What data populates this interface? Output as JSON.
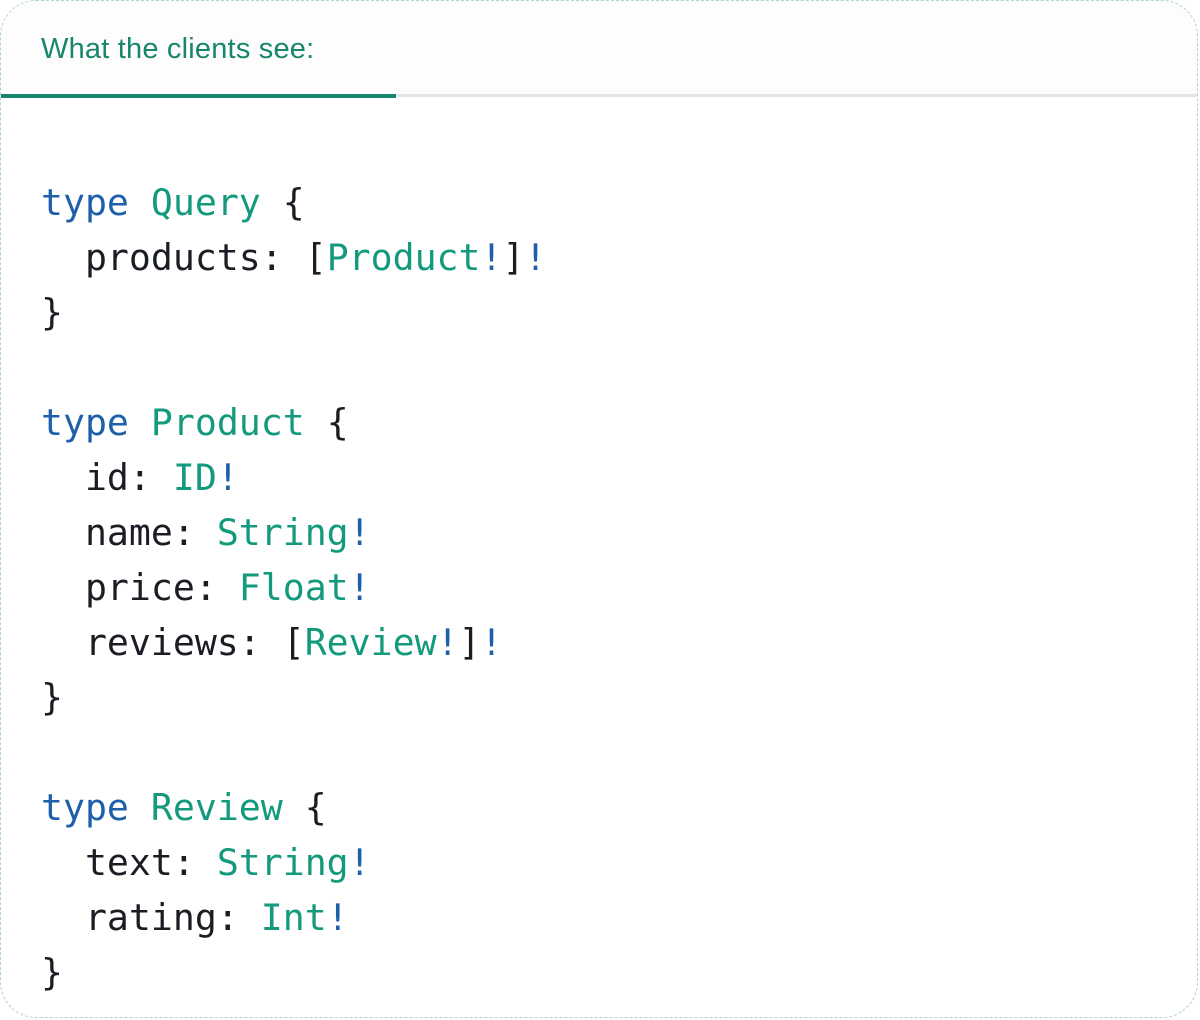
{
  "colors": {
    "teal": "#17866d",
    "code_green": "#13997c",
    "code_blue": "#1e5fa9",
    "code_dark": "#1a1d23",
    "divider_gray": "#e4e4e6",
    "border_green": "#abd6c2",
    "card_bg": "#ffffff"
  },
  "tab": {
    "label": "What the clients see:"
  },
  "code": {
    "language": "graphql",
    "lines": [
      [
        {
          "k": "kw",
          "t": "type"
        },
        {
          "k": "pl",
          "t": " "
        },
        {
          "k": "ty",
          "t": "Query"
        },
        {
          "k": "pl",
          "t": " {"
        }
      ],
      [
        {
          "k": "pl",
          "t": "  products: ["
        },
        {
          "k": "ty",
          "t": "Product"
        },
        {
          "k": "bang",
          "t": "!"
        },
        {
          "k": "pl",
          "t": "]"
        },
        {
          "k": "bang",
          "t": "!"
        }
      ],
      [
        {
          "k": "pl",
          "t": "}"
        }
      ],
      [],
      [
        {
          "k": "kw",
          "t": "type"
        },
        {
          "k": "pl",
          "t": " "
        },
        {
          "k": "ty",
          "t": "Product"
        },
        {
          "k": "pl",
          "t": " {"
        }
      ],
      [
        {
          "k": "pl",
          "t": "  id: "
        },
        {
          "k": "ty",
          "t": "ID"
        },
        {
          "k": "bang",
          "t": "!"
        }
      ],
      [
        {
          "k": "pl",
          "t": "  name: "
        },
        {
          "k": "ty",
          "t": "String"
        },
        {
          "k": "bang",
          "t": "!"
        }
      ],
      [
        {
          "k": "pl",
          "t": "  price: "
        },
        {
          "k": "ty",
          "t": "Float"
        },
        {
          "k": "bang",
          "t": "!"
        }
      ],
      [
        {
          "k": "pl",
          "t": "  reviews: ["
        },
        {
          "k": "ty",
          "t": "Review"
        },
        {
          "k": "bang",
          "t": "!"
        },
        {
          "k": "pl",
          "t": "]"
        },
        {
          "k": "bang",
          "t": "!"
        }
      ],
      [
        {
          "k": "pl",
          "t": "}"
        }
      ],
      [],
      [
        {
          "k": "kw",
          "t": "type"
        },
        {
          "k": "pl",
          "t": " "
        },
        {
          "k": "ty",
          "t": "Review"
        },
        {
          "k": "pl",
          "t": " {"
        }
      ],
      [
        {
          "k": "pl",
          "t": "  text: "
        },
        {
          "k": "ty",
          "t": "String"
        },
        {
          "k": "bang",
          "t": "!"
        }
      ],
      [
        {
          "k": "pl",
          "t": "  rating: "
        },
        {
          "k": "ty",
          "t": "Int"
        },
        {
          "k": "bang",
          "t": "!"
        }
      ],
      [
        {
          "k": "pl",
          "t": "}"
        }
      ]
    ]
  }
}
